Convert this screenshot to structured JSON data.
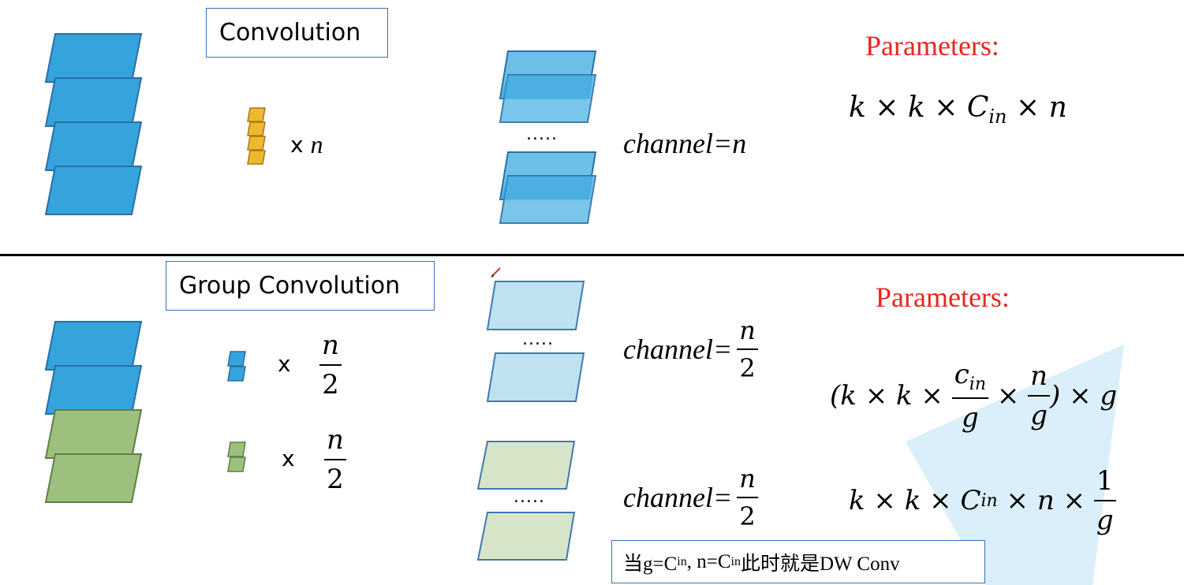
{
  "top": {
    "title": "Convolution",
    "kernel_multiplier": "x",
    "kernel_count": "n",
    "dots": ".....",
    "channel_label": "channel=n",
    "params_title": "Parameters:",
    "formula": {
      "k1": "k",
      "times1": "×",
      "k2": "k",
      "times2": "×",
      "c": "C",
      "c_sub": "in",
      "times3": "×",
      "n": "n"
    }
  },
  "divider": {
    "color": "#000000"
  },
  "bottom": {
    "title": "Group Convolution",
    "group1_multiplier": "x",
    "group2_multiplier": "x",
    "frac_num": "n",
    "frac_den": "2",
    "dots1": ".....",
    "dots2": ".....",
    "channel1_label": "channel=",
    "channel2_label": "channel=",
    "params_title": "Parameters:",
    "formula1": {
      "open": "(k",
      "times1": "×",
      "k2": "k",
      "times2": "×",
      "c": "c",
      "c_sub": "in",
      "g1": "g",
      "times3": "×",
      "n": "n",
      "g2": "g",
      "close": ")",
      "times4": "×",
      "g3": "g"
    },
    "formula2": {
      "k1": "k",
      "times1": "×",
      "k2": "k",
      "times2": "×",
      "c": "C",
      "c_sub": "in",
      "times3": "×",
      "n": "n",
      "times4": "×",
      "one": "1",
      "g": "g"
    },
    "note": {
      "prefix": "当g=C",
      "sub1": "in",
      "mid": ", n=C",
      "sub2": "in",
      "suffix": "此时就是DW Conv"
    }
  },
  "colors": {
    "blue_fill": "#35a3dc",
    "blue_stroke": "#2a6fa8",
    "light_blue_fill": "#6cc0e8",
    "pale_blue_fill": "#bfe2f1",
    "green_fill": "#9dc07e",
    "pale_green_fill": "#d6e5c8",
    "orange_fill": "#f0b830",
    "params_red": "#e8261d",
    "box_border": "#3a6fb0"
  }
}
